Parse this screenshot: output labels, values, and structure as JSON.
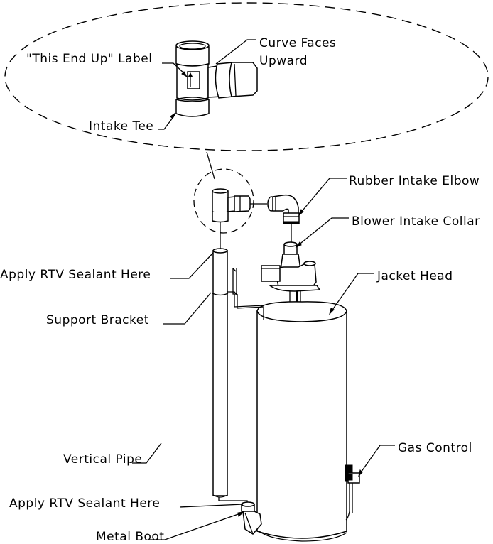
{
  "diagram": {
    "title": "Water heater intake vent assembly",
    "detail_view": {
      "labels": {
        "this_end_up": "\"This End Up\" Label",
        "curve_faces_1": "Curve Faces",
        "curve_faces_2": "Upward",
        "intake_tee": "Intake Tee"
      }
    },
    "labels": {
      "rubber_intake_elbow": "Rubber Intake Elbow",
      "blower_intake_collar": "Blower Intake Collar",
      "jacket_head": "Jacket Head",
      "apply_rtv_top": "Apply RTV Sealant Here",
      "support_bracket": "Support Bracket",
      "vertical_pipe": "Vertical Pipe",
      "apply_rtv_bottom": "Apply RTV Sealant Here",
      "metal_boot": "Metal Boot",
      "gas_control": "Gas Control"
    }
  }
}
